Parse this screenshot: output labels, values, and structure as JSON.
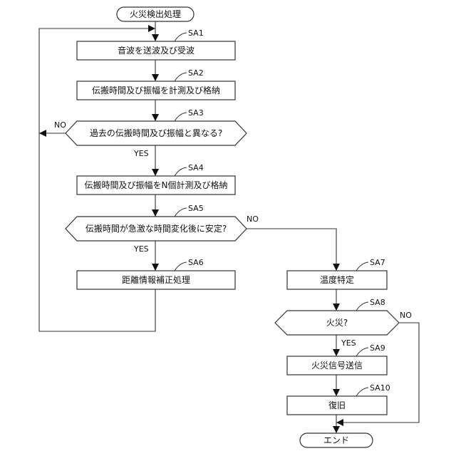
{
  "nodes": {
    "start": "火災検出処理",
    "sa1": "音波を送波及び受波",
    "sa2": "伝搬時間及び振幅を計測及び格納",
    "sa3": "過去の伝搬時間及び振幅と異なる?",
    "sa4": "伝搬時間及び振幅をN個計測及び格納",
    "sa5": "伝搬時間が急激な時間変化後に安定?",
    "sa6": "距離情報補正処理",
    "sa7": "温度特定",
    "sa8": "火災?",
    "sa9": "火災信号送信",
    "sa10": "復旧",
    "end": "エンド"
  },
  "steps": {
    "sa1": "SA1",
    "sa2": "SA2",
    "sa3": "SA3",
    "sa4": "SA4",
    "sa5": "SA5",
    "sa6": "SA6",
    "sa7": "SA7",
    "sa8": "SA8",
    "sa9": "SA9",
    "sa10": "SA10"
  },
  "branches": {
    "sa3_no": "NO",
    "sa3_yes": "YES",
    "sa5_no": "NO",
    "sa5_yes": "YES",
    "sa8_no": "NO",
    "sa8_yes": "YES"
  }
}
